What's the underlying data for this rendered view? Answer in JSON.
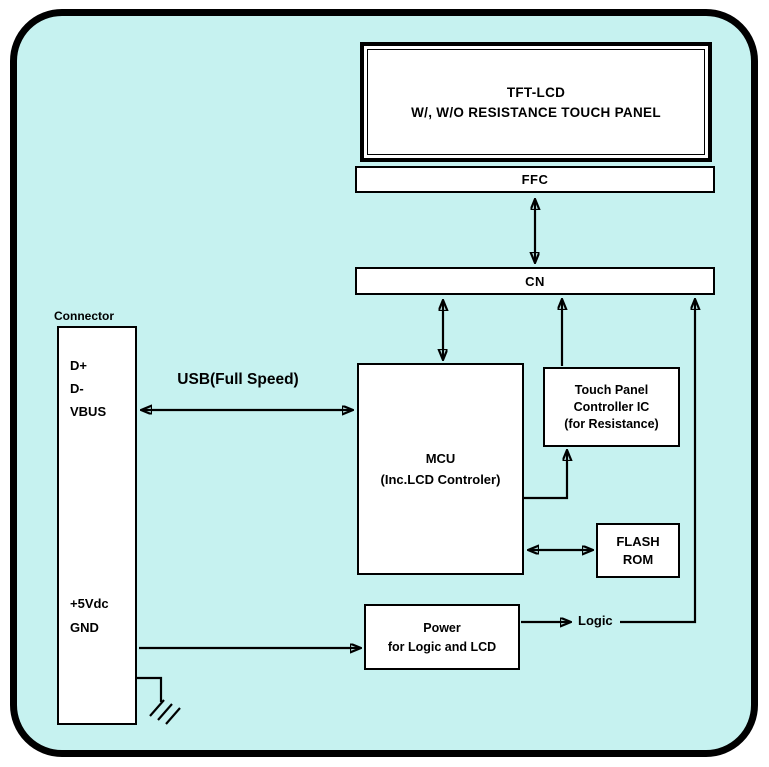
{
  "diagram": {
    "tft": {
      "line1": "TFT-LCD",
      "line2": "W/, W/O RESISTANCE TOUCH PANEL"
    },
    "ffc_label": "FFC",
    "cn_label": "CN",
    "connector": {
      "title": "Connector",
      "pins_top": [
        "D+",
        "D-",
        "VBUS"
      ],
      "pins_bottom": [
        "+5Vdc",
        "GND"
      ]
    },
    "usb_label": "USB(Full Speed)",
    "mcu": {
      "line1": "MCU",
      "line2": "(Inc.LCD Controler)"
    },
    "touch": {
      "line1": "Touch Panel",
      "line2": "Controller  IC",
      "line3": "(for Resistance)"
    },
    "flash": {
      "line1": "FLASH",
      "line2": "ROM"
    },
    "power": {
      "line1": "Power",
      "line2": "for Logic and LCD"
    },
    "logic_label": "Logic"
  }
}
